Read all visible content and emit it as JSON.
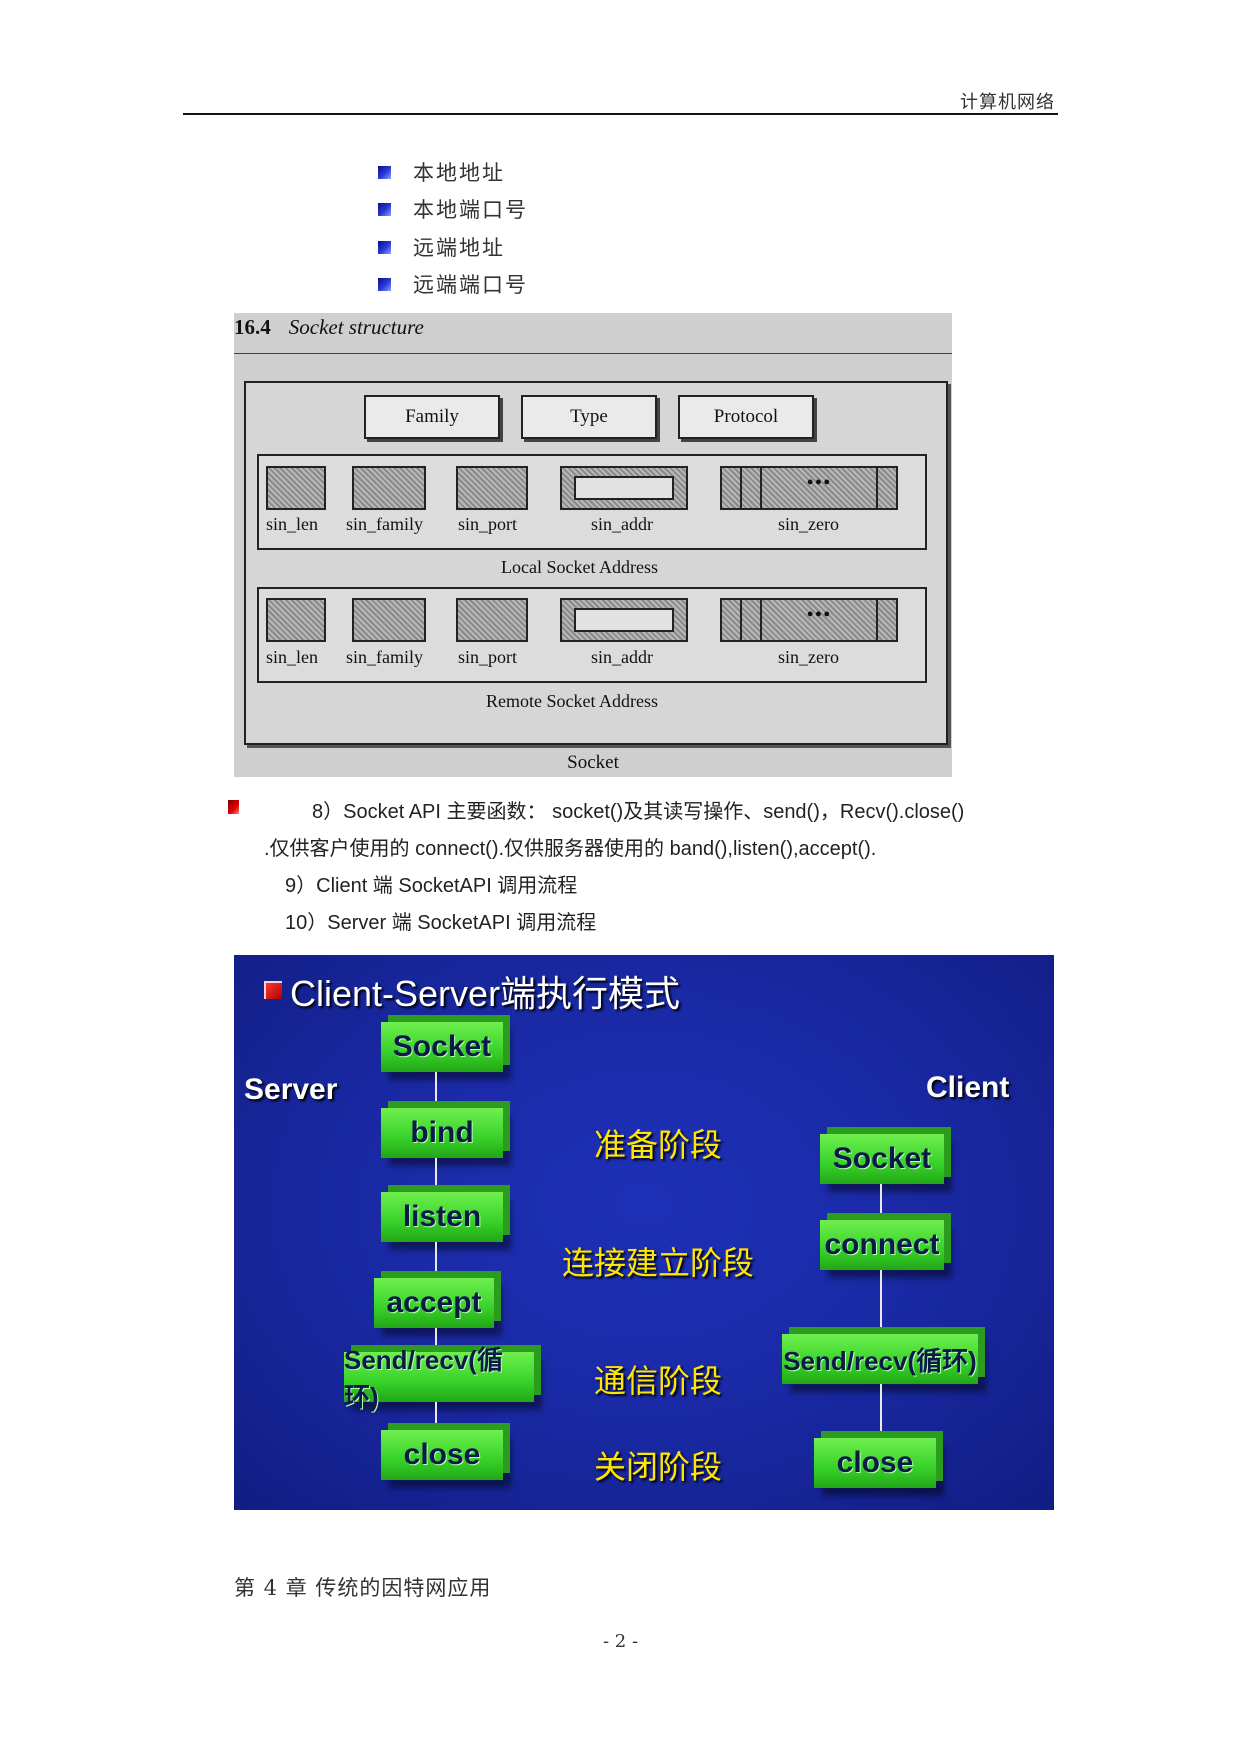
{
  "header": {
    "title": "计算机网络"
  },
  "bullets": [
    "本地地址",
    "本地端口号",
    "远端地址",
    "远端端口号"
  ],
  "figure1": {
    "caption_num": "16.4",
    "caption_text": "Socket structure",
    "header_fields": [
      "Family",
      "Type",
      "Protocol"
    ],
    "field_labels": [
      "sin_len",
      "sin_family",
      "sin_port",
      "sin_addr",
      "sin_zero"
    ],
    "zero_dots": "•••",
    "local_label": "Local Socket Address",
    "remote_label": "Remote Socket Address",
    "socket_label": "Socket"
  },
  "paragraph": {
    "line1": "8）Socket  API 主要函数：   socket()及其读写操作、send()，Recv().close()",
    "line2": ".仅供客户使用的 connect().仅供服务器使用的 band(),listen(),accept().",
    "line3": "9）Client 端 SocketAPI 调用流程",
    "line4": "10）Server 端 SocketAPI 调用流程"
  },
  "figure2": {
    "title": "Client-Server端执行模式",
    "server_label": "Server",
    "client_label": "Client",
    "server_steps": [
      "Socket",
      "bind",
      "listen",
      "accept",
      "Send/recv(循环)",
      "close"
    ],
    "client_steps": [
      "Socket",
      "connect",
      "Send/recv(循环)",
      "close"
    ],
    "phases": [
      "准备阶段",
      "连接建立阶段",
      "通信阶段",
      "关闭阶段"
    ],
    "colors": {
      "background": "#1a2aa6",
      "box": "#38d12a",
      "phase_text": "#ffe600"
    }
  },
  "footer": {
    "chapter": "第 4 章  传统的因特网应用",
    "page": "- 2 -"
  }
}
